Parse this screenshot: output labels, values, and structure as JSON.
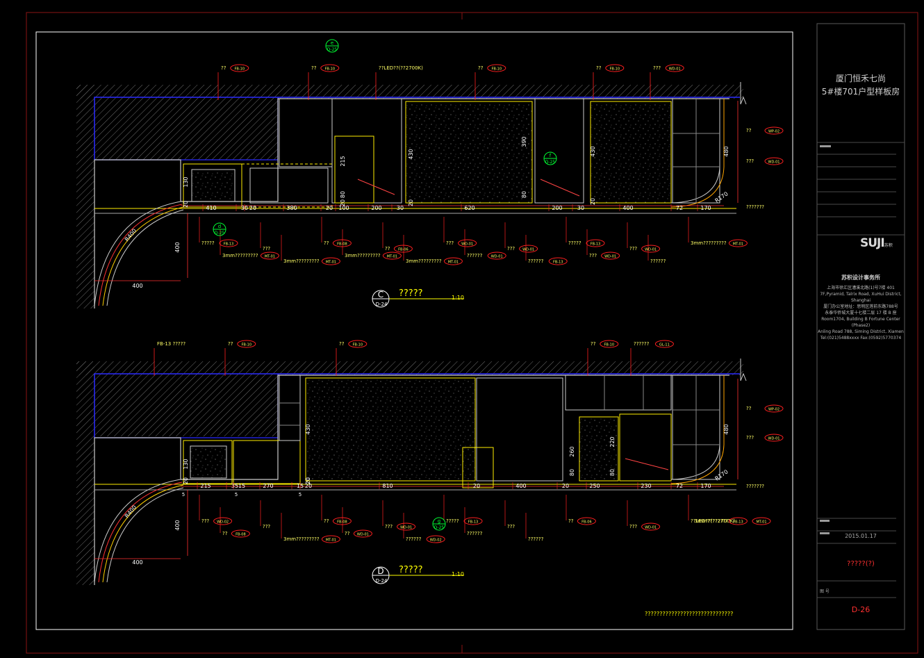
{
  "titleblock": {
    "project_line1": "厦门恒禾七尚",
    "project_line2": "5#楼701户型样板房",
    "logo": "SUJI",
    "logo_sub": "苏积",
    "firm": "苏积设计事务所",
    "address": [
      "上海市徐汇区漕溪北路(1)号7楼 401",
      "7F,Pyramid&#4F, Talrix Road, XuHui District, Shanghai",
      "厦门办公室地址：思明区莲前东路788号",
      "永泰华侨城大厦十七楼二层 17 楼 B 座",
      "Room1704, Building B Fortune Center (Phase2)",
      "Anling Road 788, Siming District, Xiamen",
      "Tel:(021)5488xxxx  Fax:(0592)5770374"
    ],
    "date": "2015.01.17",
    "sheet_name": "?????(?)",
    "sheet_label": "图 号",
    "sheet_no": "D-26"
  },
  "views": [
    {
      "id": "C",
      "ref": "D-24",
      "title": "?????",
      "scale": "1:10",
      "top_dims": [
        "410",
        "30",
        "20",
        "380",
        "20",
        "100",
        "200",
        "30",
        "620",
        "200",
        "30",
        "400",
        "72",
        "170"
      ],
      "vert_dims": [
        "130",
        "20",
        "215",
        "80",
        "20",
        "430",
        "20",
        "390",
        "80",
        "430",
        "20",
        "480"
      ],
      "radius_labels": [
        "R400",
        "R170"
      ],
      "left_dims": [
        "400",
        "400"
      ],
      "section_marks": [
        {
          "a": "e",
          "b": "D-25"
        },
        {
          "a": "f",
          "b": "D-25"
        },
        {
          "a": "d",
          "b": "D-25"
        }
      ],
      "top_callouts": [
        {
          "text": "??",
          "tag": "FB-10"
        },
        {
          "text": "??",
          "tag": "FB-10"
        },
        {
          "text": "??LED??(??2700K)",
          "tag": ""
        },
        {
          "text": "??",
          "tag": "FB-10"
        },
        {
          "text": "??",
          "tag": "FB-10"
        },
        {
          "text": "???",
          "tag": "WD-01"
        }
      ],
      "right_callouts": [
        {
          "text": "??",
          "tag": "WP-02"
        },
        {
          "text": "???",
          "tag": "WD-01"
        },
        {
          "text": "???????",
          "tag": ""
        }
      ],
      "bottom_callouts": [
        {
          "text": "?????",
          "tag": "FB-13"
        },
        {
          "text": "???",
          "tag": ""
        },
        {
          "text": "??",
          "tag": "FB-08"
        },
        {
          "text": "??",
          "tag": "FB-06"
        },
        {
          "text": "???",
          "tag": "WD-01"
        },
        {
          "text": "???",
          "tag": "WD-01"
        },
        {
          "text": "?????",
          "tag": "FB-13"
        },
        {
          "text": "???",
          "tag": "WD-01"
        },
        {
          "text": "3mm?????????",
          "tag": "MT-01"
        },
        {
          "text": "3mm?????????",
          "tag": "MT-01"
        },
        {
          "text": "3mm?????????",
          "tag": "MT-01"
        },
        {
          "text": "3mm?????????",
          "tag": "MT-01"
        },
        {
          "text": "3mm?????????",
          "tag": "MT-01"
        },
        {
          "text": "??????",
          "tag": "WD-01"
        },
        {
          "text": "??????",
          "tag": "FB-13"
        },
        {
          "text": "???",
          "tag": "WD-01"
        },
        {
          "text": "??????",
          "tag": ""
        }
      ]
    },
    {
      "id": "D",
      "ref": "D-24",
      "title": "?????",
      "scale": "1:10",
      "top_dims": [
        "215",
        "35",
        "15",
        "270",
        "15",
        "20",
        "810",
        "20",
        "400",
        "20",
        "250",
        "230",
        "72",
        "170"
      ],
      "vert_dims": [
        "130",
        "20",
        "20",
        "430",
        "20",
        "260",
        "80",
        "220",
        "80",
        "480"
      ],
      "radius_labels": [
        "R400",
        "R170"
      ],
      "left_dims": [
        "400",
        "400"
      ],
      "small_dims": [
        "5",
        "5",
        "5"
      ],
      "section_marks": [
        {
          "a": "g",
          "b": "D-25"
        }
      ],
      "top_callouts": [
        {
          "text": "FB-13 ?????",
          "tag": ""
        },
        {
          "text": "??",
          "tag": "FB-10"
        },
        {
          "text": "??",
          "tag": "FB-10"
        },
        {
          "text": "??",
          "tag": "FB-10"
        },
        {
          "text": "??????",
          "tag": "GL-11"
        }
      ],
      "right_callouts": [
        {
          "text": "??",
          "tag": "WP-02"
        },
        {
          "text": "???",
          "tag": "WD-01"
        },
        {
          "text": "???????",
          "tag": ""
        },
        {
          "text": "3mm?????????",
          "tag": "MT-01"
        }
      ],
      "bottom_callouts": [
        {
          "text": "???",
          "tag": "WD-02"
        },
        {
          "text": "???",
          "tag": ""
        },
        {
          "text": "??",
          "tag": "FB-08"
        },
        {
          "text": "???",
          "tag": "WD-01"
        },
        {
          "text": "?????",
          "tag": "FB-13"
        },
        {
          "text": "???",
          "tag": ""
        },
        {
          "text": "??",
          "tag": "FB-06"
        },
        {
          "text": "???",
          "tag": "WD-01"
        },
        {
          "text": "??LED??(??2700K)",
          "tag": "FB-13"
        },
        {
          "text": "??",
          "tag": "FB-08"
        },
        {
          "text": "3mm?????????",
          "tag": "MT-01"
        },
        {
          "text": "??",
          "tag": "WD-01"
        },
        {
          "text": "??????",
          "tag": "WD-02"
        },
        {
          "text": "??????",
          "tag": ""
        },
        {
          "text": "??????",
          "tag": ""
        }
      ]
    }
  ],
  "footnote": "??????????????????????????????",
  "colors": {
    "bg": "#000000",
    "frame": "#ffffff",
    "outer": "#a01818",
    "wall": "#c8c8c8",
    "ceiling": "#1a1acc",
    "furniture": "#ffff00",
    "cabinet": "#ffa500",
    "dims": "#ff2020",
    "leader": "#ff0000",
    "tag_fill": "#cc0000",
    "tag_text": "#ffff66",
    "grid": "#888888",
    "hatch": "#7a7a7a",
    "section": "#00ff00"
  }
}
